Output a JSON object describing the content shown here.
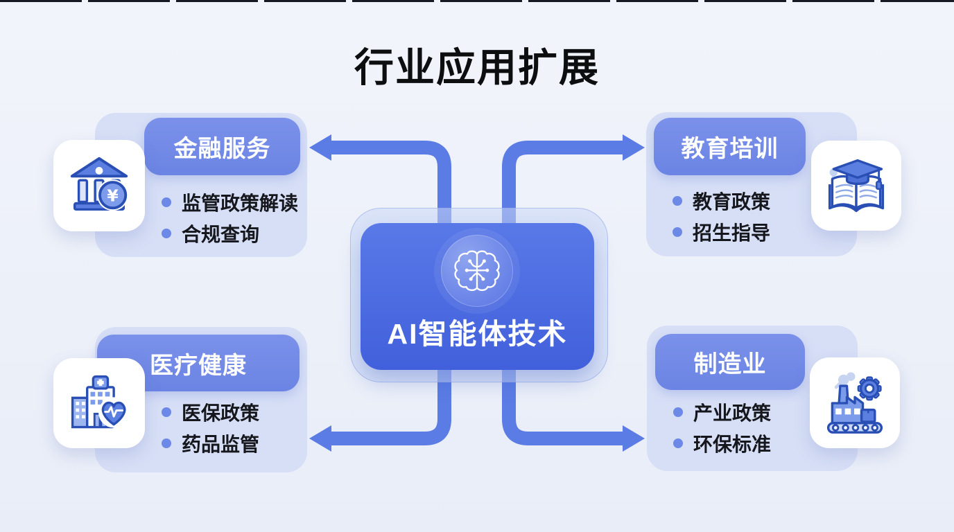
{
  "page": {
    "title": "行业应用扩展"
  },
  "center_node": {
    "label": "AI智能体技术",
    "icon": "brain-circuit-icon",
    "fill": "#4a68e0"
  },
  "connectors": {
    "color": "#5b7ce4",
    "directions": [
      "to-top-left",
      "to-top-right",
      "to-bottom-left",
      "to-bottom-right"
    ]
  },
  "sectors": [
    {
      "title": "金融服务",
      "icon": "bank-yuan-icon",
      "items": [
        "监管政策解读",
        "合规查询"
      ],
      "position": "top-left"
    },
    {
      "title": "教育培训",
      "icon": "book-graduation-cap-icon",
      "items": [
        "教育政策",
        "招生指导"
      ],
      "position": "top-right"
    },
    {
      "title": "医疗健康",
      "icon": "hospital-heart-icon",
      "items": [
        "医保政策",
        "药品监管"
      ],
      "position": "bottom-left"
    },
    {
      "title": "制造业",
      "icon": "factory-gear-icon",
      "items": [
        "产业政策",
        "环保标准"
      ],
      "position": "bottom-right"
    }
  ],
  "colors": {
    "background": "#edf1f9",
    "card_bg": "#d7dff6",
    "pill_bg": "#7289e5",
    "center_bg": "#4a68e0",
    "connector": "#5b7ce4",
    "bullet_dot": "#6d89e8",
    "text_dark": "#15171c",
    "title_text": "#0d0e10",
    "tile_bg": "#ffffff",
    "icon_stroke": "#2a4fb4",
    "icon_mid": "#5b7fe0",
    "icon_light": "#ccd9f6"
  }
}
